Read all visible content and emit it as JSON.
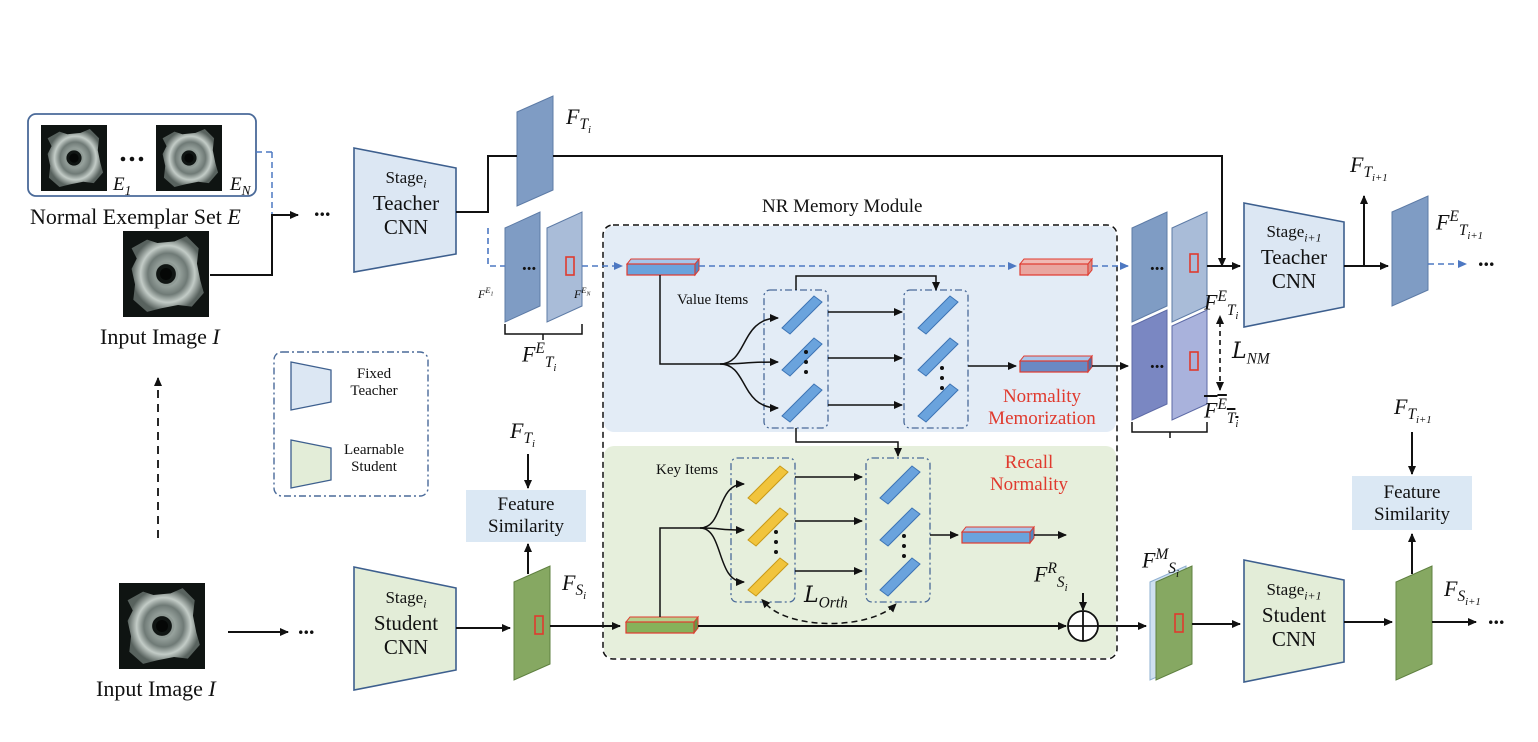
{
  "exemplar": {
    "label_e1": "E",
    "label_e1_sub": "1",
    "label_en": "E",
    "label_en_sub": "N",
    "ellipsis": "...",
    "set_label": "Normal Exemplar Set",
    "set_label_sym": "E"
  },
  "input_top": {
    "label": "Input Image",
    "sym": "I"
  },
  "input_bottom": {
    "label": "Input Image",
    "sym": "I"
  },
  "dots": "...",
  "teacher_i": {
    "line1": "Stage",
    "line1_sub": "i",
    "line2": "Teacher",
    "line3": "CNN"
  },
  "student_i": {
    "line1": "Stage",
    "line1_sub": "i",
    "line2": "Student",
    "line3": "CNN"
  },
  "teacher_i1": {
    "line1": "Stage",
    "line1_sub": "i+1",
    "line2": "Teacher",
    "line3": "CNN"
  },
  "student_i1": {
    "line1": "Stage",
    "line1_sub": "i+1",
    "line2": "Student",
    "line3": "CNN"
  },
  "legend": {
    "fixed": "Fixed Teacher",
    "fixed_l1": "Fixed",
    "fixed_l2": "Teacher",
    "learn_l1": "Learnable",
    "learn_l2": "Student"
  },
  "memory": {
    "title": "NR Memory Module",
    "value_items": "Value Items",
    "key_items": "Key Items",
    "norm_mem_l1": "Normality",
    "norm_mem_l2": "Memorization",
    "recall_l1": "Recall",
    "recall_l2": "Normality",
    "orth_loss": "L",
    "orth_sub": "Orth"
  },
  "feature_similarity": {
    "left_l1": "Feature",
    "left_l2": "Similarity",
    "right_l1": "Feature",
    "right_l2": "Similarity"
  },
  "symbols": {
    "F": "F",
    "T": "T",
    "S": "S",
    "i": "i",
    "i1": "i+1",
    "E": "E",
    "R": "R",
    "M": "M",
    "nm_loss": "L",
    "nm_sub": "NM"
  },
  "colors": {
    "teacher_fill": "#dce7f3",
    "student_fill": "#e3edd8",
    "value_bg": "#e3ecf6",
    "key_bg": "#e6efdc",
    "feature_blue": "#7f9cc4",
    "feature_green": "#86a862",
    "accent_red": "#e03a2e",
    "dash_blue": "#4d78c2",
    "fs_bg": "#dbe8f4"
  }
}
